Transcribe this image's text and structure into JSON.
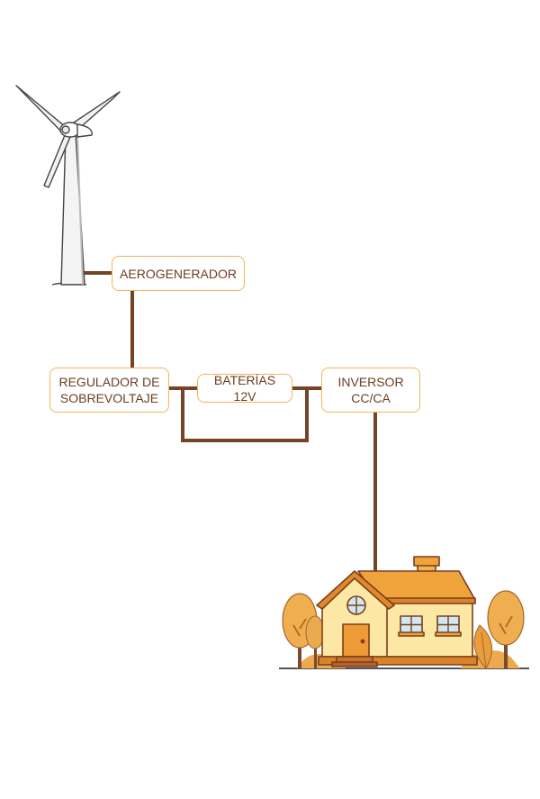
{
  "nodes": {
    "aerogenerador": "AEROGENERADOR",
    "regulador": "REGULADOR DE\nSOBREVOLTAJE",
    "baterias": "BATERÍAS 12V",
    "inversor": "INVERSOR\nCC/CA"
  },
  "colors": {
    "wire": "#744427",
    "node_border": "#f2b45a",
    "node_text": "#6b3e22",
    "house_roof": "#f0a23b",
    "house_wall": "#fde7a4",
    "tree": "#efae4f"
  },
  "icons": [
    "wind-turbine-icon",
    "house-icon",
    "tree-icon"
  ]
}
